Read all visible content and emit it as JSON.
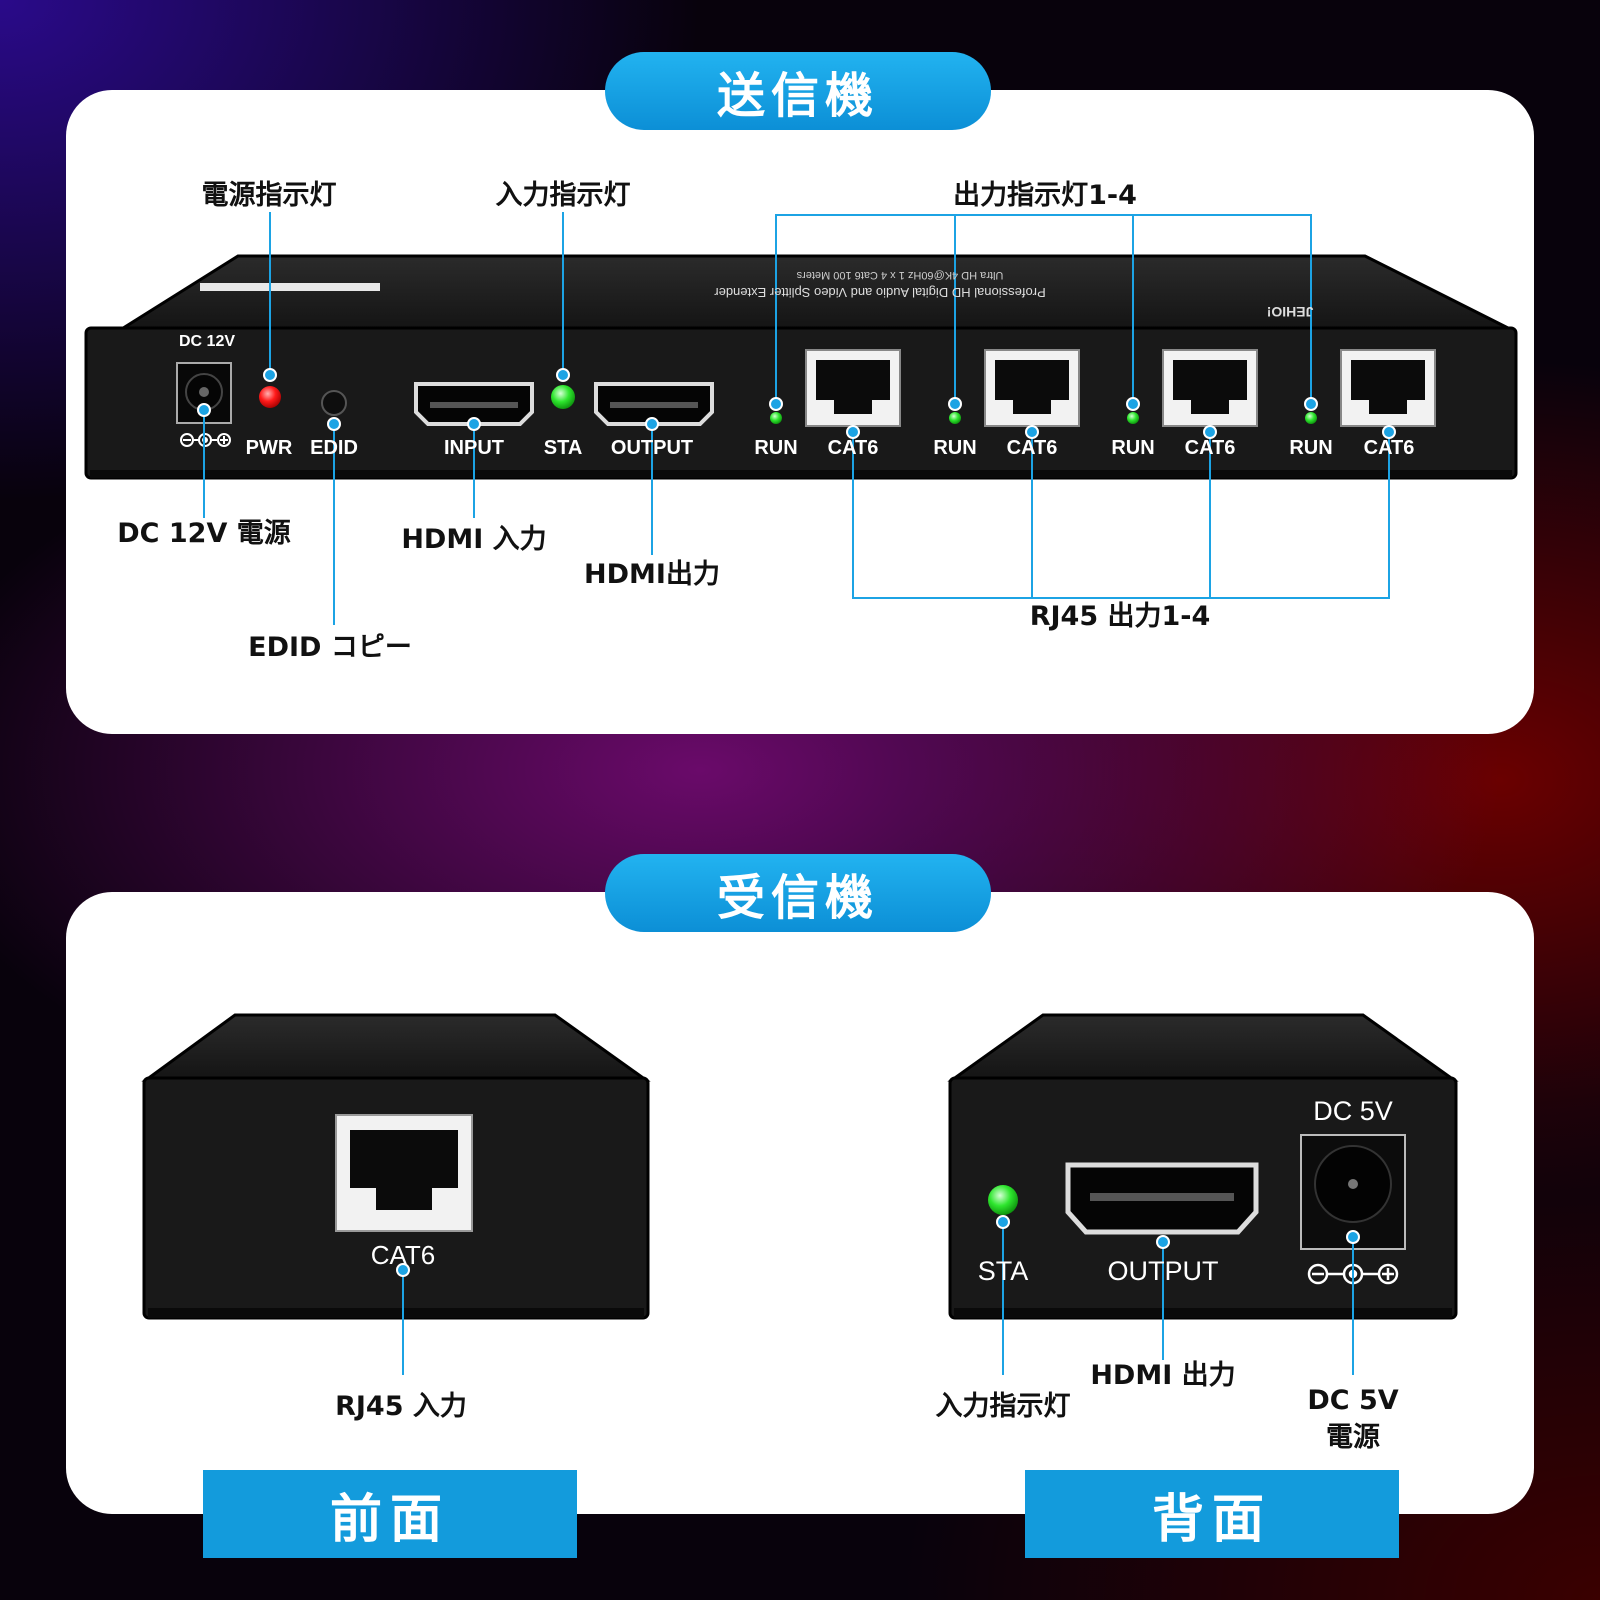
{
  "sections": {
    "transmitter_title": "送信機",
    "receiver_title": "受信機",
    "front_tab": "前面",
    "back_tab": "背面"
  },
  "transmitter": {
    "device_text": {
      "dc12v": "DC 12V",
      "pwr": "PWR",
      "edid": "EDID",
      "input": "INPUT",
      "sta": "STA",
      "output": "OUTPUT",
      "run": "RUN",
      "cat6": "CAT6",
      "brand": "JEHIO!",
      "model_line1": "Professional HD Digital Audio and Video Splitter Extender",
      "model_line2": "Ultra HD 4K@60Hz 1 x 4 Cat6 100 Meters"
    },
    "callouts": {
      "power_indicator": "電源指示灯",
      "input_indicator": "入力指示灯",
      "output_indicators": "出力指示灯1-4",
      "dc_power": "DC 12V 電源",
      "hdmi_input": "HDMI 入力",
      "hdmi_output": "HDMI出力",
      "edid_copy": "EDID コピー",
      "rj45_outputs": "RJ45 出力1-4"
    }
  },
  "receiver_front": {
    "device_text": {
      "cat6": "CAT6"
    },
    "callouts": {
      "rj45_input": "RJ45 入力"
    }
  },
  "receiver_back": {
    "device_text": {
      "dc5v": "DC 5V",
      "sta": "STA",
      "output": "OUTPUT"
    },
    "callouts": {
      "input_indicator": "入力指示灯",
      "hdmi_output": "HDMI 出力",
      "dc5v_line1": "DC 5V",
      "dc5v_line2": "電源"
    }
  },
  "colors": {
    "accent_blue": "#139bdc",
    "led_red": "#ff1a1a",
    "led_green": "#2ee62e",
    "device_body": "#1a1a1a"
  }
}
